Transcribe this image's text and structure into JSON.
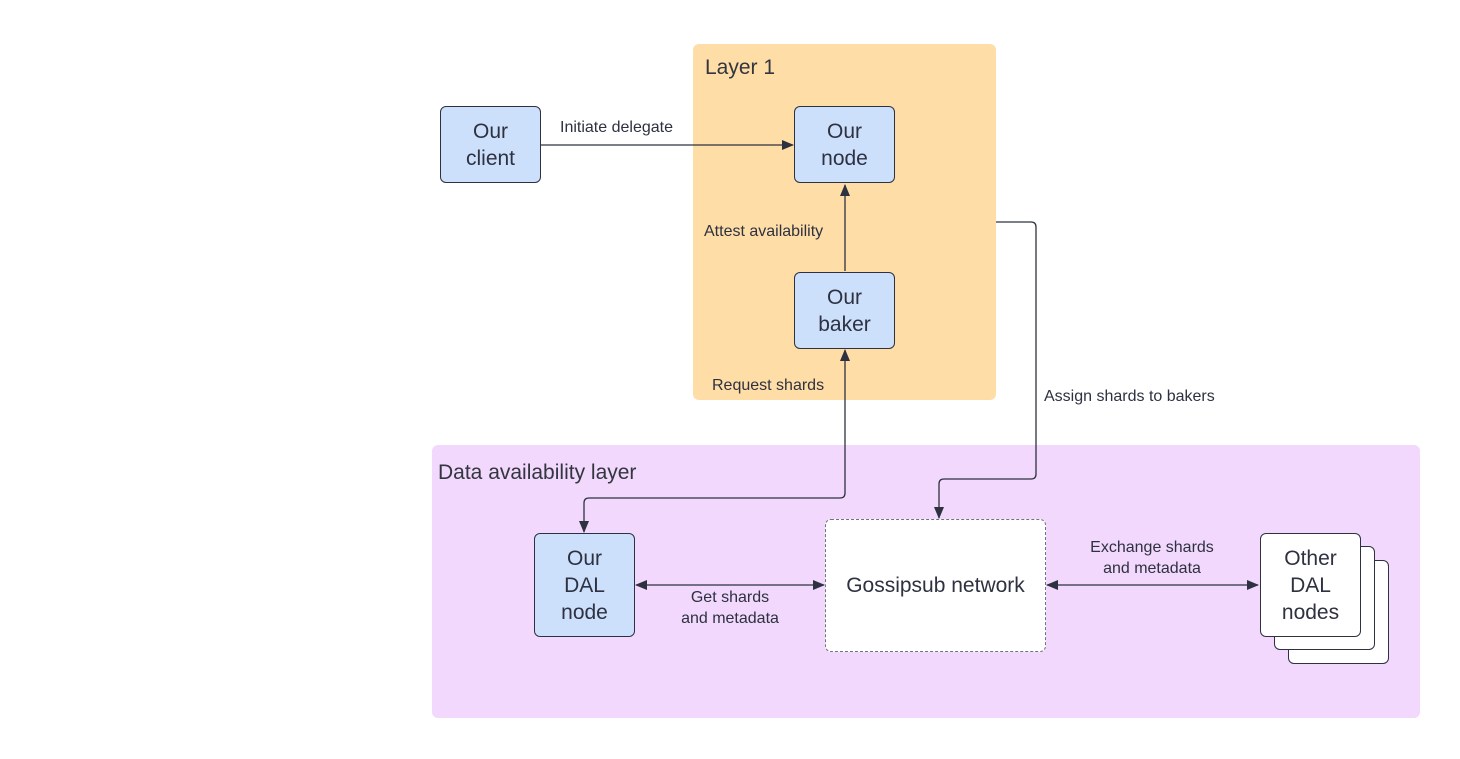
{
  "regions": {
    "layer1": {
      "title": "Layer 1",
      "color": "#fedda6"
    },
    "dal": {
      "title": "Data availability layer",
      "color": "#f1d8fc"
    }
  },
  "nodes": {
    "our_client": "Our\nclient",
    "our_node": "Our\nnode",
    "our_baker": "Our\nbaker",
    "our_dal_node": "Our\nDAL\nnode",
    "gossipsub": "Gossipsub network",
    "other_dal_nodes": "Other\nDAL\nnodes"
  },
  "edges": {
    "initiate_delegate": "Initiate delegate",
    "attest_availability": "Attest availability",
    "request_shards": "Request shards",
    "assign_shards": "Assign shards to bakers",
    "get_shards": "Get shards\nand metadata",
    "exchange_shards": "Exchange shards\nand metadata"
  },
  "colors": {
    "node_fill": "#cde0fb",
    "line": "#2e3140",
    "dashed_border": "#6f7280"
  }
}
